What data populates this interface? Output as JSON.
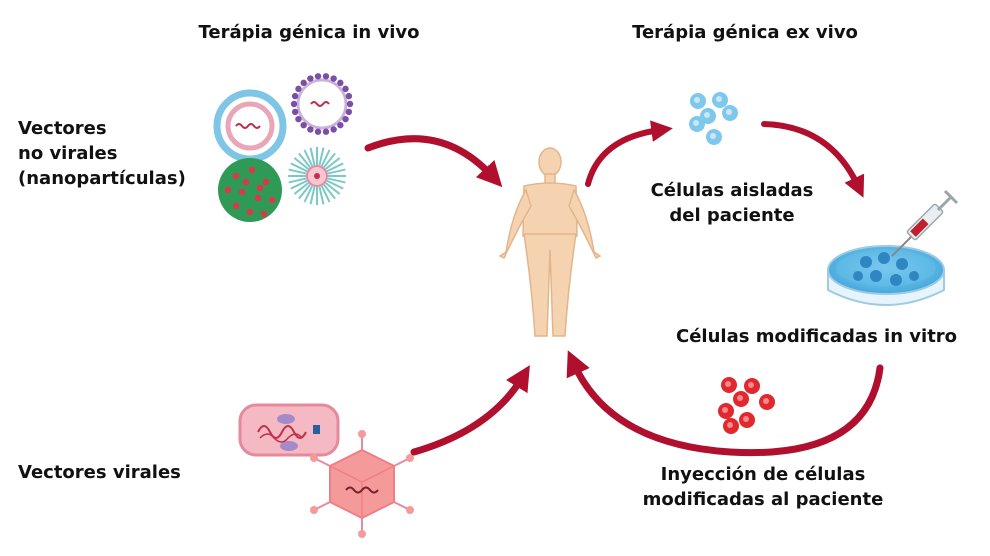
{
  "headings": {
    "in_vivo": "Terápia génica in vivo",
    "ex_vivo": "Terápia génica ex vivo"
  },
  "left_labels": {
    "non_viral_line1": "Vectores",
    "non_viral_line2": "no virales",
    "non_viral_line3": "(nanopartículas)",
    "viral": "Vectores virales"
  },
  "ex_vivo_steps": {
    "isolated_line1": "Células aisladas",
    "isolated_line2": "del paciente",
    "modified": "Células modificadas in vitro",
    "injection_line1": "Inyección de células",
    "injection_line2": "modificadas al paciente"
  },
  "colors": {
    "arrow": "#b0102e",
    "body": "#f6d3b0",
    "body_outline": "#e2b58c",
    "healthy_cell": "#7fc8ec",
    "modified_cell": "#e0282e",
    "dish_medium": "#4fb3e3",
    "virus": "#f59a9a"
  },
  "icons": [
    "liposome-icon",
    "micelle-icon",
    "polymer-nanoparticle-icon",
    "dendrimer-icon",
    "bacterium-icon",
    "virus-icon",
    "human-body-icon",
    "isolated-cells-icon",
    "petri-dish-icon",
    "syringe-icon",
    "modified-cells-icon"
  ]
}
